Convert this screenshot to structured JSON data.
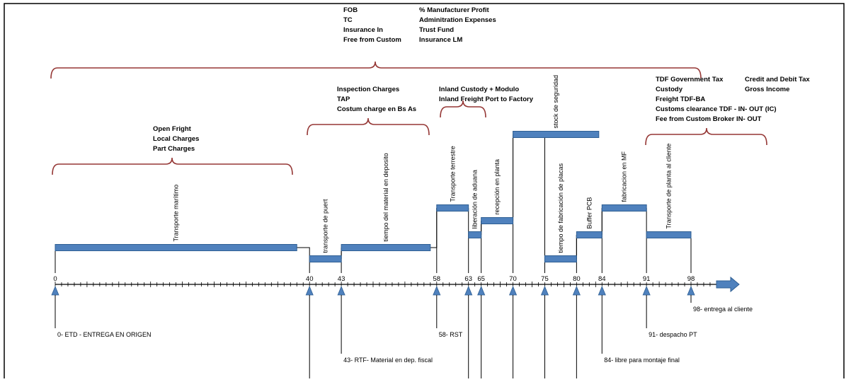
{
  "cost_groups": {
    "top_left": [
      "FOB",
      "TC",
      "Insurance In",
      "Free from Custom"
    ],
    "top_right": [
      "% Manufacturer Profit",
      "Adminitration Expenses",
      "Trust Fund",
      "Insurance LM"
    ],
    "open_freight": [
      "Open Fright",
      "Local Charges",
      "Part Charges"
    ],
    "inspection": [
      "Inspection Charges",
      "TAP",
      "Costum charge en Bs As"
    ],
    "inland": [
      "Inland Custody + Modulo",
      "Inland Freight Port to Factory"
    ],
    "tdf": [
      "TDF Government Tax",
      "Custody",
      "Freight TDF-BA",
      "Customs clearance TDF - IN- OUT (IC)",
      "Fee from Custom Broker IN- OUT"
    ],
    "credit": [
      "Credit and Debit Tax",
      "Gross Income"
    ]
  },
  "tasks": [
    {
      "start": 0,
      "end": 76,
      "row": 0,
      "label": "Transporte marítimo"
    },
    {
      "start": 80,
      "end": 90,
      "row": 1,
      "label": "transporte de puert"
    },
    {
      "start": 90,
      "end": 118,
      "row": 0,
      "label": "tiempo del material en deposito"
    },
    {
      "start": 120,
      "end": 130,
      "row": 4,
      "label": "Transporte terrestre"
    },
    {
      "start": 130,
      "end": 134,
      "row": 2,
      "label": "liberación de aduana"
    },
    {
      "start": 134,
      "end": 144,
      "row": 3,
      "label": "recepción en planta"
    },
    {
      "start": 144,
      "end": 171,
      "row": 5,
      "label": "stock de seguridad"
    },
    {
      "start": 154,
      "end": 164,
      "row": 1,
      "label": "tiempo de fabricación de placas"
    },
    {
      "start": 164,
      "end": 172,
      "row": 2,
      "label": "Buffer PCB"
    },
    {
      "start": 172,
      "end": 186,
      "row": 4,
      "label": "fabricacion en MF"
    },
    {
      "start": 186,
      "end": 200,
      "row": 2,
      "label": "Transporte de planta al cliente"
    }
  ],
  "axis": {
    "ticks": [
      {
        "label": "0",
        "pos": 0
      },
      {
        "label": "40",
        "pos": 80
      },
      {
        "label": "43",
        "pos": 90
      },
      {
        "label": "58",
        "pos": 120
      },
      {
        "label": "63",
        "pos": 130
      },
      {
        "label": "65",
        "pos": 134
      },
      {
        "label": "70",
        "pos": 144
      },
      {
        "label": "75",
        "pos": 154
      },
      {
        "label": "80",
        "pos": 164
      },
      {
        "label": "84",
        "pos": 172
      },
      {
        "label": "91",
        "pos": 186
      },
      {
        "label": "98",
        "pos": 200
      }
    ]
  },
  "milestones": [
    {
      "pos": 0,
      "label": "0- ETD - ENTREGA EN ORIGEN",
      "level": 0
    },
    {
      "pos": 90,
      "label": "43- RTF- Material en dep. fiscal",
      "level": 1
    },
    {
      "pos": 120,
      "label": "58- RST",
      "level": 0
    },
    {
      "pos": 172,
      "label": "84- libre para montaje final",
      "level": 1
    },
    {
      "pos": 186,
      "label": "91- despacho PT",
      "level": 0
    },
    {
      "pos": 200,
      "label": "98- entrega al cliente",
      "level": -1
    }
  ],
  "colors": {
    "bar": "#4f81bd",
    "brace": "#953735",
    "axis": "#4f81bd"
  }
}
